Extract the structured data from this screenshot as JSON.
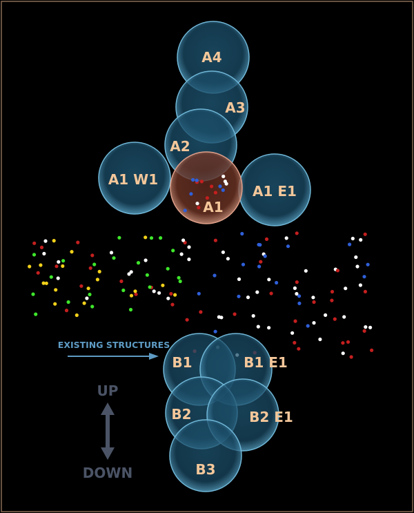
{
  "colors": {
    "background": "#000000",
    "frame_border": "#8a6a55",
    "zone_fill": "#1b4f6b",
    "zone_stroke": "#6fb6d6",
    "active_zone_fill": "#7a3d2c",
    "active_zone_stroke": "#e0a08a",
    "label": "#f4c79a",
    "existing_arrow": "#5e9bc4",
    "direction": "#4b5466",
    "dot_green": "#3ee62b",
    "dot_yellow": "#f2d11a",
    "dot_white": "#ffffff",
    "dot_red": "#c41f1f",
    "dot_blue": "#2f5fd9"
  },
  "zones": {
    "a4": "A4",
    "a3": "A3",
    "a2": "A2",
    "a1": "A1",
    "a1w1": "A1 W1",
    "a1e1": "A1 E1",
    "b1": "B1",
    "b1e1": "B1 E1",
    "b2": "B2",
    "b2e1": "B2 E1",
    "b3": "B3"
  },
  "existing_label": "EXISTING STRUCTURES",
  "direction": {
    "up": "UP",
    "down": "DOWN"
  }
}
